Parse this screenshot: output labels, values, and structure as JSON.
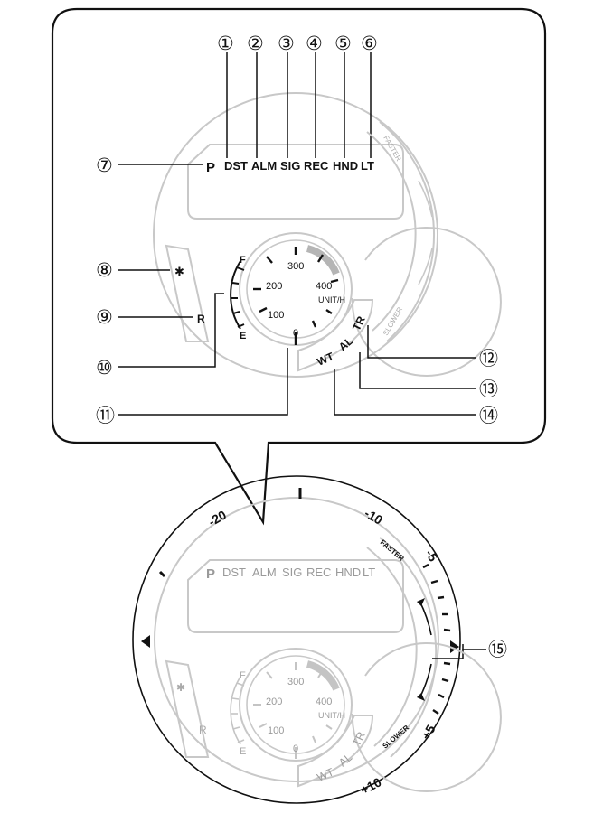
{
  "callout_numbers": [
    "①",
    "②",
    "③",
    "④",
    "⑤",
    "⑥",
    "⑦",
    "⑧",
    "⑨",
    "⑩",
    "⑪",
    "⑫",
    "⑬",
    "⑭",
    "⑮"
  ],
  "indicators": {
    "top_row": [
      "DST",
      "ALM",
      "SIG",
      "REC",
      "HND",
      "LT"
    ],
    "p": "P",
    "bluetooth_glyph": "✱",
    "r": "R",
    "f": "F",
    "e": "E",
    "wt": "WT",
    "al": "AL",
    "tr": "TR"
  },
  "dial": {
    "numbers": [
      "300",
      "200",
      "400",
      "100",
      "0"
    ],
    "unit": "UNIT/H"
  },
  "side_labels": {
    "faster": "FASTER",
    "slower": "SLOWER"
  },
  "bezel_labels": [
    "-20",
    "-10",
    "-5",
    "+5",
    "+10"
  ],
  "colors": {
    "outline": "#c8c8c8",
    "ink": "#111111",
    "dial_highlight": "#b5b5b5"
  }
}
